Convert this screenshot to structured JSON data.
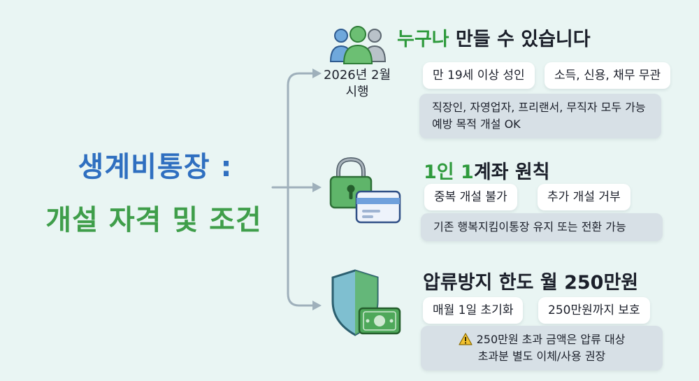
{
  "title": {
    "line1": "생계비통장 :",
    "line2": "개설 자격 및 조건"
  },
  "sections": {
    "eligibility": {
      "heading_accent": "누구나",
      "heading_rest": " 만들 수 있습니다",
      "date_line1": "2026년 2월",
      "date_line2": "시행",
      "chips": [
        "만 19세 이상 성인",
        "소득, 신용, 채무 무관"
      ],
      "note_lines": [
        "직장인, 자영업자, 프리랜서, 무직자 모두 가능",
        "예방 목적 개설 OK"
      ]
    },
    "one_account": {
      "heading_accent": "1인 1",
      "heading_rest": "계좌 원칙",
      "chips": [
        "중복 개설 불가",
        "추가 개설 거부"
      ],
      "note_lines": [
        "기존 행복지킴이통장 유지 또는 전환 가능"
      ]
    },
    "limit": {
      "heading": "압류방지 한도 월 250만원",
      "chips": [
        "매월 1일 초기화",
        "250만원까지 보호"
      ],
      "note_lines": [
        "250만원 초과 금액은 압류 대상",
        "초과분 별도 이체/사용 권장"
      ]
    }
  },
  "icons": {
    "eligibility": "people-group-icon",
    "one_account": "padlock-card-icon",
    "limit": "shield-money-icon",
    "warning": "warning-icon"
  },
  "colors": {
    "background": "#e9f5f3",
    "title_blue": "#2f6fc0",
    "title_green": "#3f9e4a",
    "accent_green": "#2e9a3c",
    "connector": "#9fb0bb",
    "chip": "#ffffff",
    "note": "#d7e0e6"
  }
}
